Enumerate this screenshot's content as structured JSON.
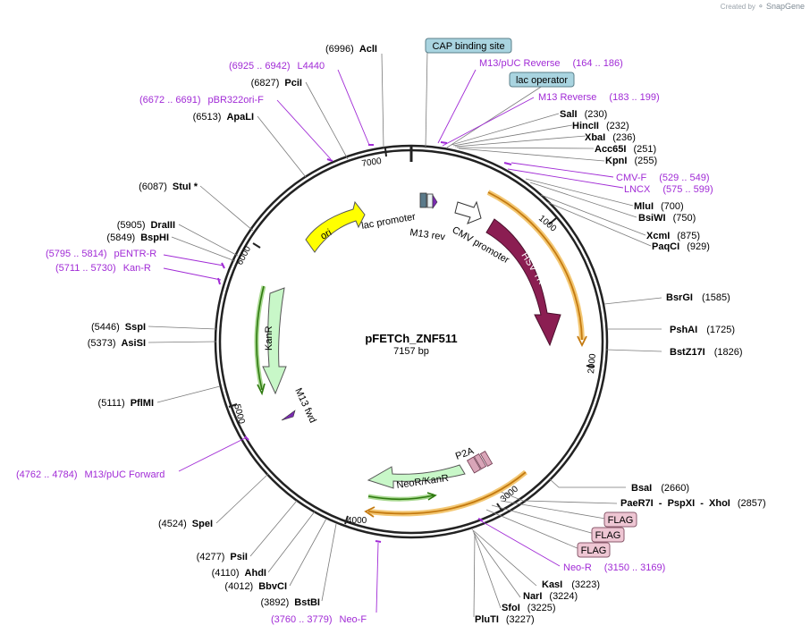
{
  "credit": {
    "prefix": "Created by",
    "brand": "SnapGene"
  },
  "plasmid": {
    "name": "pFETCh_ZNF511",
    "length": "7157 bp"
  },
  "colors": {
    "backbone": "#222222",
    "primer": "#a12bd6",
    "site_line": "#6f6f6f",
    "ori": "#ffff00",
    "hsvtk": "#8b1e52",
    "kanr": "#c8f7c8",
    "neor": "#c8f7c8",
    "p2a": "#d9a5b8",
    "flag_box": "#eec6d3",
    "operator_box": "#a9d4e0",
    "orange_orf": "#f0a830",
    "green_orf": "#3a9a1a"
  },
  "ticks": [
    "1000",
    "2000",
    "3000",
    "4000",
    "5000",
    "6000",
    "7000"
  ],
  "sites_right": [
    {
      "name": "SalI",
      "pos": "(230)"
    },
    {
      "name": "HincII",
      "pos": "(232)"
    },
    {
      "name": "XbaI",
      "pos": "(236)"
    },
    {
      "name": "Acc65I",
      "pos": "(251)"
    },
    {
      "name": "KpnI",
      "pos": "(255)"
    },
    {
      "name": "MluI",
      "pos": "(700)"
    },
    {
      "name": "BsiWI",
      "pos": "(750)"
    },
    {
      "name": "XcmI",
      "pos": "(875)"
    },
    {
      "name": "PaqCI",
      "pos": "(929)"
    },
    {
      "name": "BsrGI",
      "pos": "(1585)"
    },
    {
      "name": "PshAI",
      "pos": "(1725)"
    },
    {
      "name": "BstZ17I",
      "pos": "(1826)"
    },
    {
      "name": "BsaI",
      "pos": "(2660)"
    },
    {
      "name": "PaeR7I  -  PspXI  -  XhoI",
      "pos": "(2857)"
    },
    {
      "name": "KasI",
      "pos": "(3223)"
    },
    {
      "name": "NarI",
      "pos": "(3224)"
    },
    {
      "name": "SfoI",
      "pos": "(3225)"
    },
    {
      "name": "PluTI",
      "pos": "(3227)"
    }
  ],
  "sites_left": [
    {
      "name": "AclI",
      "pos": "(6996)"
    },
    {
      "name": "PciI",
      "pos": "(6827)"
    },
    {
      "name": "ApaLI",
      "pos": "(6513)"
    },
    {
      "name": "StuI *",
      "pos": "(6087)"
    },
    {
      "name": "DraIII",
      "pos": "(5905)"
    },
    {
      "name": "BspHI",
      "pos": "(5849)"
    },
    {
      "name": "SspI",
      "pos": "(5446)"
    },
    {
      "name": "AsiSI",
      "pos": "(5373)"
    },
    {
      "name": "PflMI",
      "pos": "(5111)"
    },
    {
      "name": "SpeI",
      "pos": "(4524)"
    },
    {
      "name": "PsiI",
      "pos": "(4277)"
    },
    {
      "name": "AhdI",
      "pos": "(4110)"
    },
    {
      "name": "BbvCI",
      "pos": "(4012)"
    },
    {
      "name": "BstBI",
      "pos": "(3892)"
    }
  ],
  "primers": [
    {
      "name": "L4440",
      "range": "(6925 .. 6942)"
    },
    {
      "name": "pBR322ori-F",
      "range": "(6672 .. 6691)"
    },
    {
      "name": "M13/pUC Reverse",
      "range": "(164 .. 186)"
    },
    {
      "name": "M13 Reverse",
      "range": "(183 .. 199)"
    },
    {
      "name": "CMV-F",
      "range": "(529 .. 549)"
    },
    {
      "name": "LNCX",
      "range": "(575 .. 599)"
    },
    {
      "name": "pENTR-R",
      "range": "(5795 .. 5814)"
    },
    {
      "name": "Kan-R",
      "range": "(5711 .. 5730)"
    },
    {
      "name": "M13/pUC Forward",
      "range": "(4762 .. 4784)"
    },
    {
      "name": "Neo-R",
      "range": "(3150 .. 3169)"
    },
    {
      "name": "Neo-F",
      "range": "(3760 .. 3779)"
    }
  ],
  "boxes": {
    "cap": "CAP binding site",
    "lac_operator": "lac operator",
    "flag1": "FLAG",
    "flag2": "FLAG",
    "flag3": "FLAG"
  },
  "features": {
    "ori": "ori",
    "lac_promoter": "lac promoter",
    "m13_rev": "M13 rev",
    "cmv_promoter": "CMV promoter",
    "hsv_tk": "HSV TK",
    "kanr": "KanR",
    "m13_fwd": "M13 fwd",
    "p2a": "P2A",
    "neor": "NeoR/KanR"
  }
}
